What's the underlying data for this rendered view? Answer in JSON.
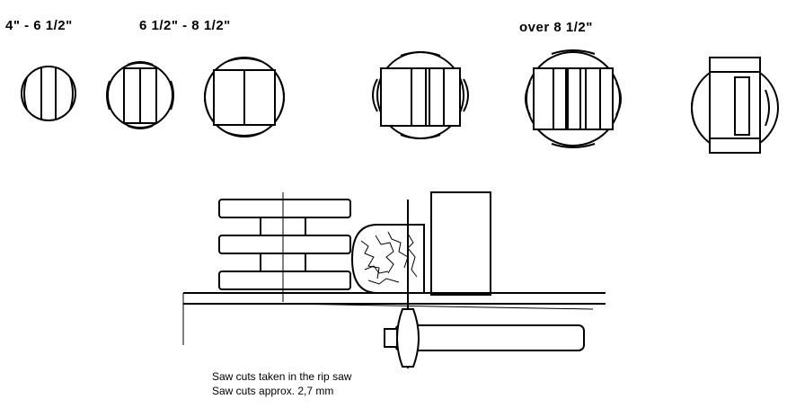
{
  "labels": {
    "range_small": "4\" - 6 1/2\"",
    "range_mid": "6 1/2\" - 8 1/2\"",
    "range_large": "over  8 1/2\""
  },
  "caption": {
    "line1": "Saw cuts taken in the rip saw",
    "line2": "Saw cuts approx. 2,7 mm"
  }
}
